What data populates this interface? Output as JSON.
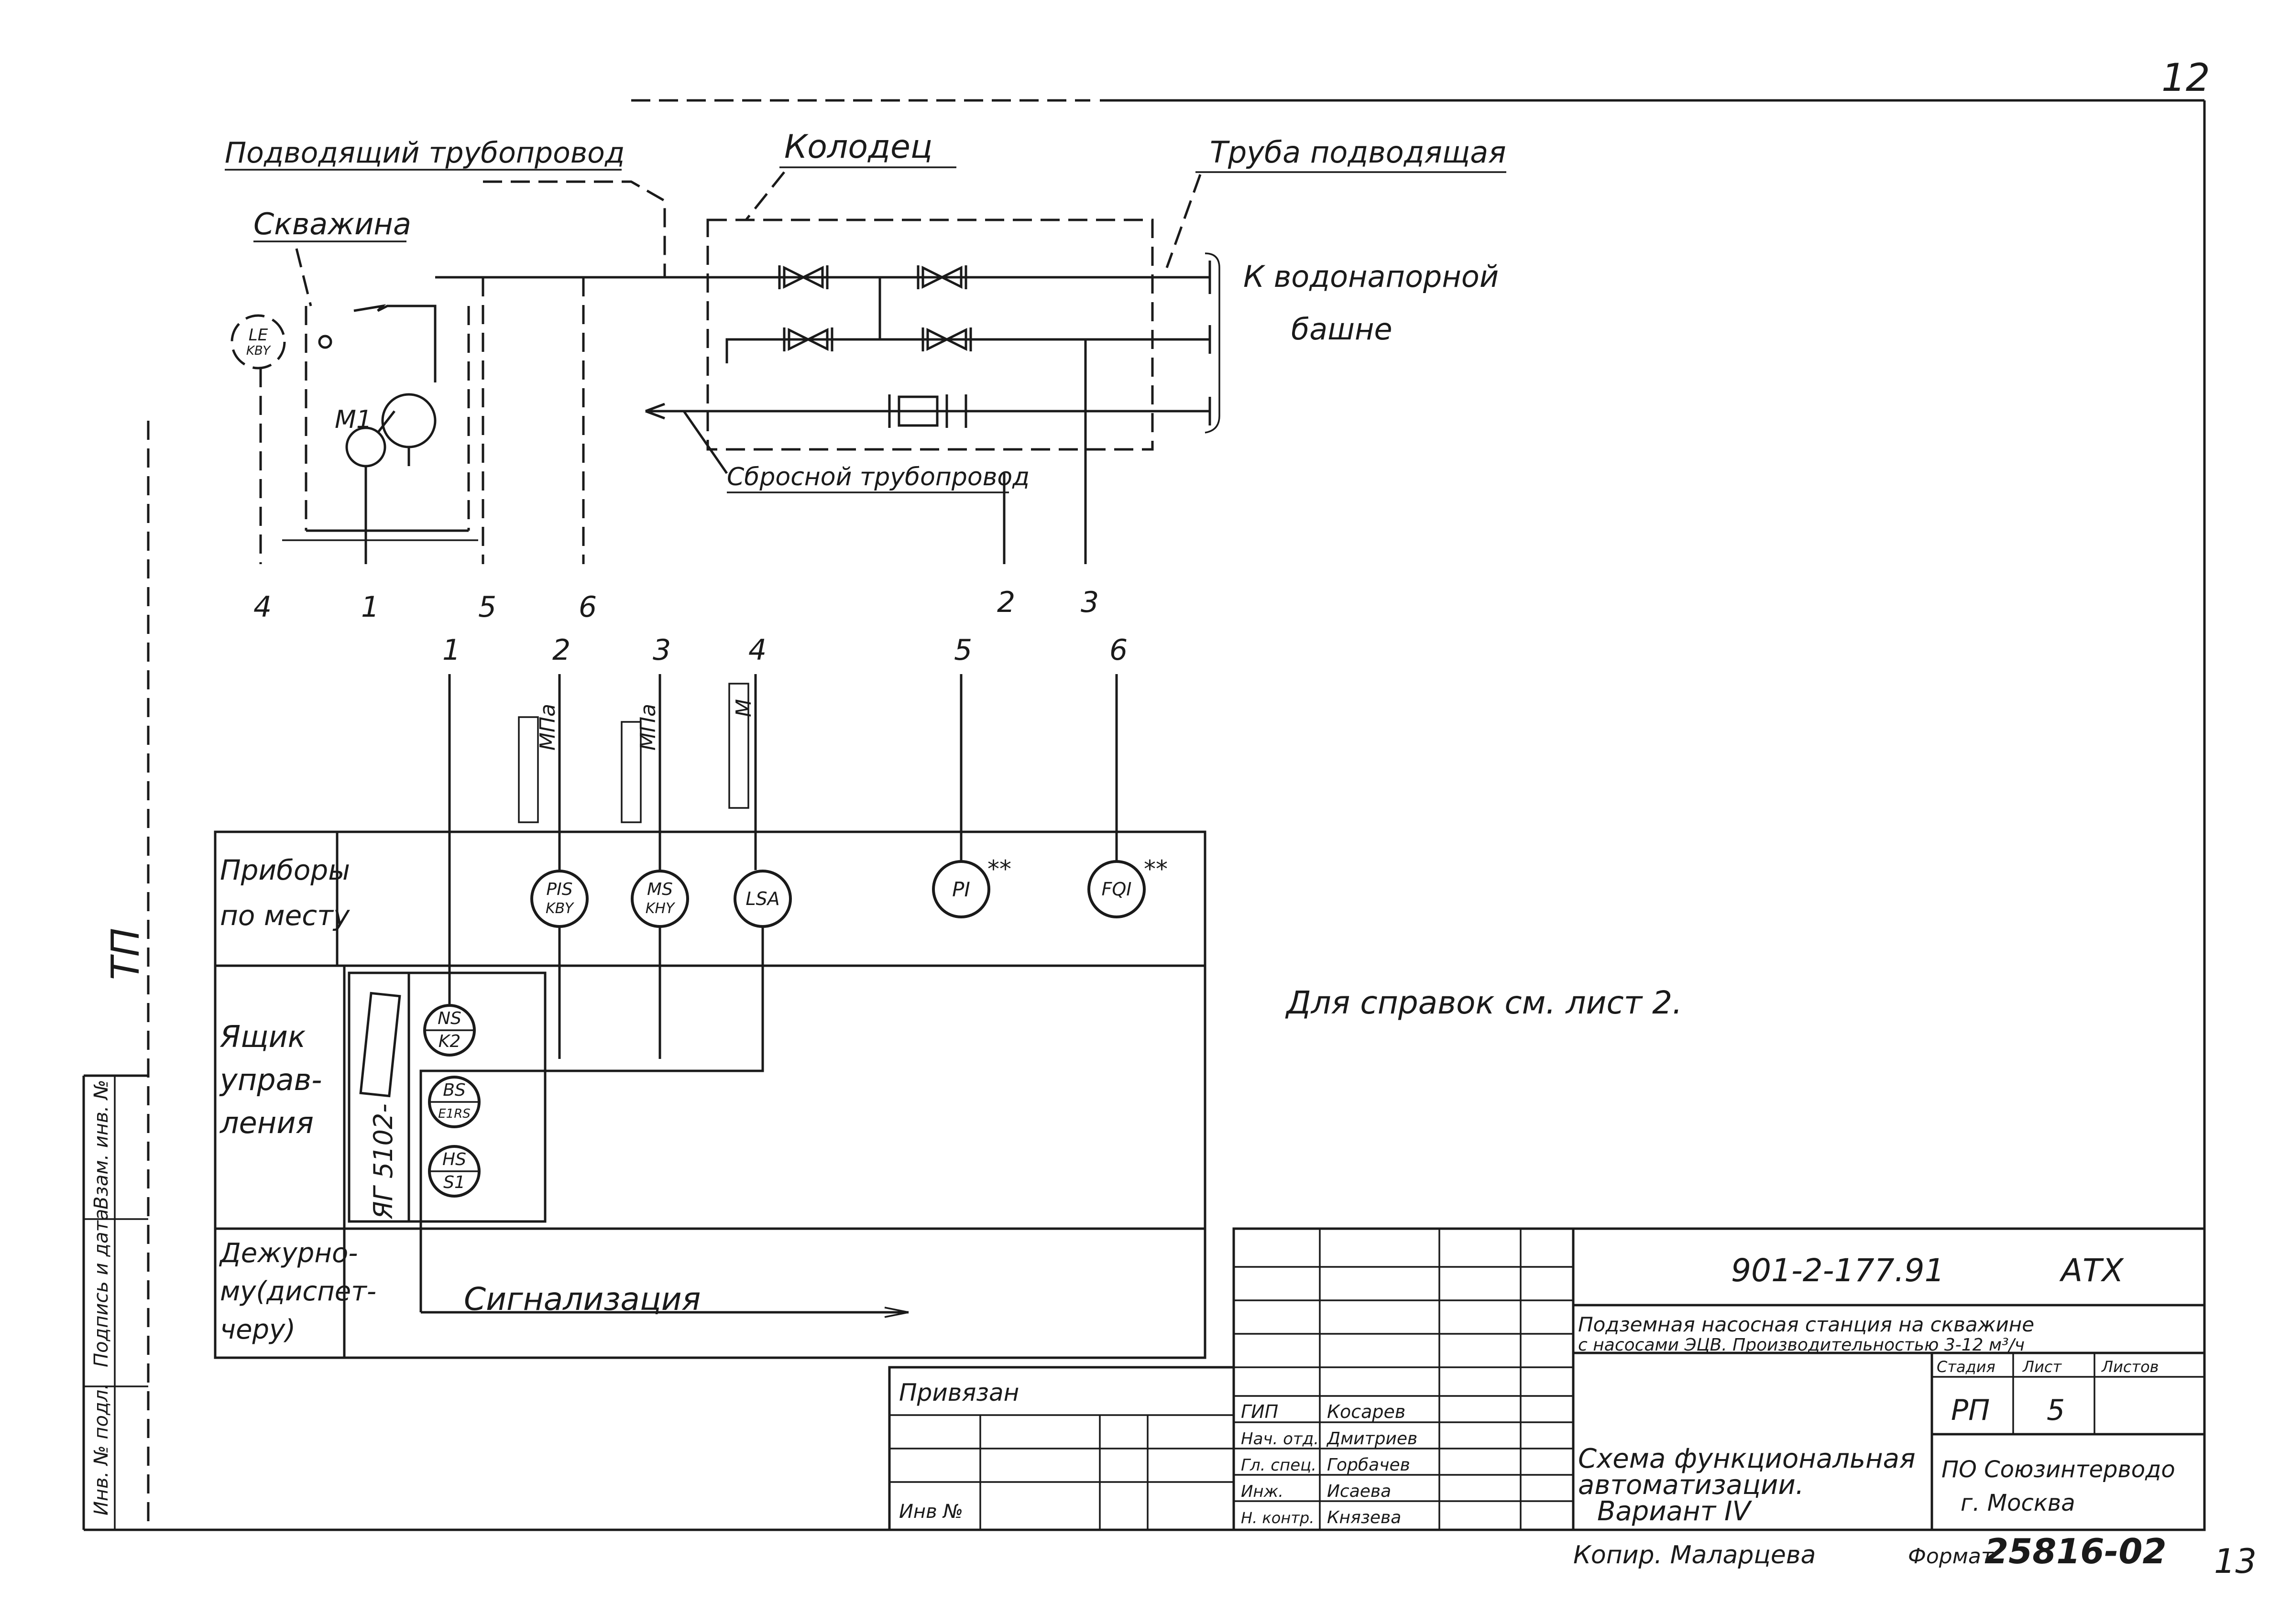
{
  "page_number": "12",
  "continuation_number": "13",
  "labels": {
    "inlet_pipeline": "Подводящий трубопровод",
    "well": "Скважина",
    "chamber": "Колодец",
    "supply_pipe": "Труба подводящая",
    "to_tower_line1": "К водонапорной",
    "to_tower_line2": "башне",
    "discharge_pipeline": "Сбросной трубопровод",
    "motor": "M1",
    "for_reference": "Для справок см. лист 2.",
    "signalling": "Сигнализация",
    "tp_margin": "ТП"
  },
  "process_connections": [
    "4",
    "1",
    "5",
    "6",
    "2",
    "3"
  ],
  "instrument_connections": [
    "1",
    "2",
    "3",
    "4",
    "5",
    "6"
  ],
  "cable_marks": [
    "МПа",
    "МПа",
    "М"
  ],
  "rows": [
    [
      "Приборы",
      "по месту"
    ],
    [
      "Ящик",
      "управ-",
      "ления"
    ],
    [
      "Дежурно-",
      "му(диспет-",
      "черу)"
    ]
  ],
  "instruments": {
    "level_switch": [
      "LE",
      "KBY"
    ],
    "field": [
      [
        "PIS",
        "KBY"
      ],
      [
        "MS",
        "KHY"
      ],
      [
        "LSA",
        ""
      ],
      [
        "PI",
        ""
      ],
      [
        "FQI",
        ""
      ]
    ],
    "field_marks": [
      "**",
      "**"
    ],
    "cabinet": [
      [
        "NS",
        "K2"
      ],
      [
        "BS",
        "E1RS"
      ],
      [
        "HS",
        "S1"
      ]
    ],
    "cabinet_model": "ЯГ 5102-"
  },
  "margin_stamps": [
    "Инв. № подл.",
    "Подпись и дата",
    "Взам. инв. №"
  ],
  "title_block": {
    "doc_code": "901-2-177.91",
    "mark": "АТХ",
    "project_line1": "Подземная насосная станция на скважине",
    "project_line2": "с насосами ЭЦВ. Производительностью 3-12 м³/ч",
    "stage_header": "Стадия",
    "sheet_header": "Лист",
    "sheets_header": "Листов",
    "stage": "РП",
    "sheet": "5",
    "drawing_title_line1": "Схема функциональная",
    "drawing_title_line2": "автоматизации.",
    "drawing_title_line3": "Вариант IV",
    "org_line1": "ПО Союзинтерводо",
    "org_line2": "г. Москва",
    "bound": "Привязан",
    "inv_no": "Инв №",
    "roles": [
      "ГИП",
      "Нач. отд.",
      "Гл. спец.",
      "Инж.",
      "Н. контр."
    ],
    "names": [
      "Косарев",
      "Дмитриев",
      "Горбачев",
      "Исаева",
      "Князева"
    ],
    "copied_by": "Копир. Маларцева",
    "format": "Формат",
    "sheet_code": "25816-02"
  }
}
